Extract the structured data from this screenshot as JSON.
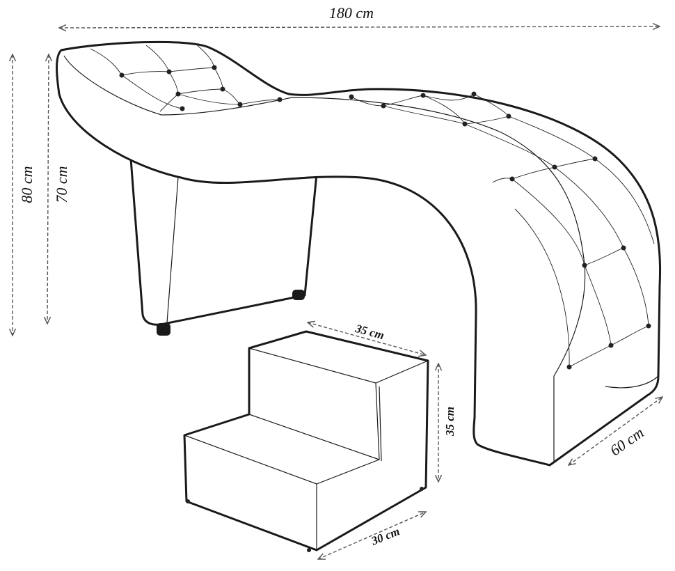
{
  "title": "Chaise with step stool dimensions",
  "colors": {
    "line": "#1a1a1a",
    "dimension": "#555555",
    "background": "#ffffff"
  },
  "dimensions": {
    "length": "180 cm",
    "height_total": "80 cm",
    "height_seat": "70 cm",
    "depth": "60 cm",
    "step_width": "35 cm",
    "step_height": "35 cm",
    "step_depth": "30 cm"
  }
}
